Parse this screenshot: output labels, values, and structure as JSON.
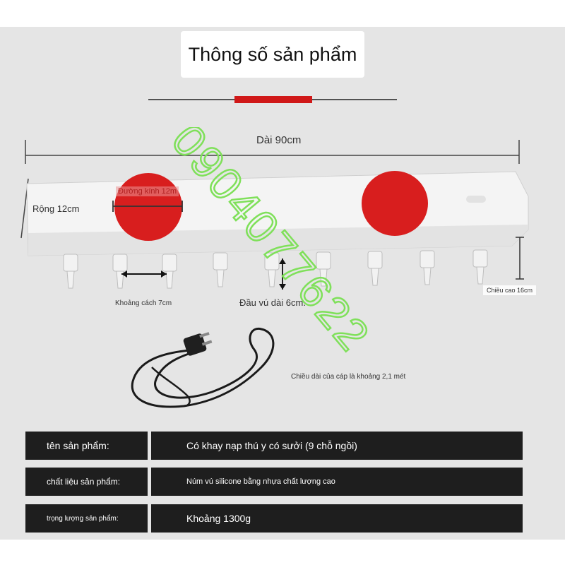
{
  "title": "Thông số sản phẩm",
  "dimensions": {
    "length": "Dài 90cm",
    "width": "Rộng 12cm",
    "diameter": "Đường kính 12m",
    "spacing": "Khoảng cách 7cm",
    "nipple_length": "Đầu vú dài 6cm.",
    "height": "Chiều cao 16cm",
    "cable_length": "Chiều dài của cáp là khoảng 2,1 mét"
  },
  "watermark": "0904077622",
  "specs": [
    {
      "key": "tên sản phẩm:",
      "value": "Có khay nạp thú y có sưởi (9 chỗ ngồi)"
    },
    {
      "key": "chất liệu sản phẩm:",
      "value": "Núm vú silicone bằng nhựa chất lượng cao"
    },
    {
      "key": "trọng lượng sản phẩm:",
      "value": "Khoảng 1300g"
    }
  ],
  "colors": {
    "background": "#e5e5e5",
    "red_cap": "#d81e1e",
    "watermark": "#7fe05a",
    "spec_bar": "#1e1e1e"
  }
}
